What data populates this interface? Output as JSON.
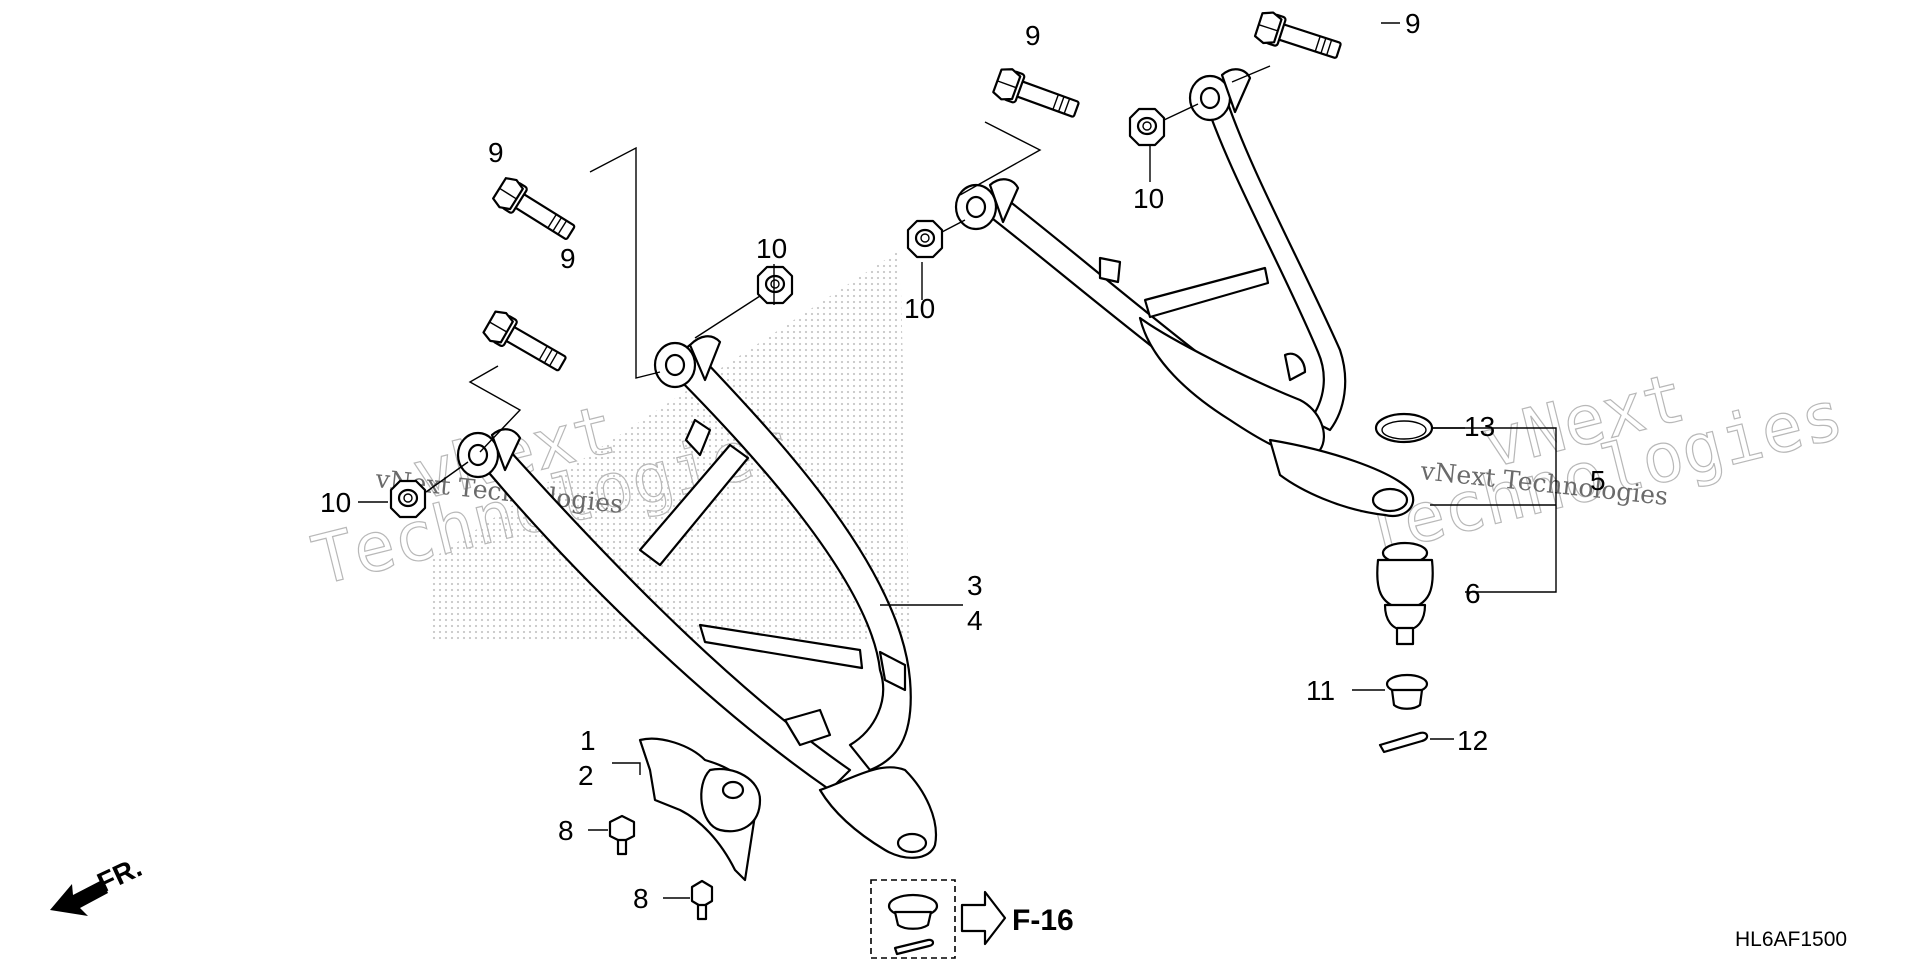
{
  "watermark": {
    "line1": "vNext",
    "line2": "Technologies",
    "caption": "vNext Technologies"
  },
  "callouts": {
    "c1": "1",
    "c2": "2",
    "c3": "3",
    "c4": "4",
    "c5": "5",
    "c6": "6",
    "c8a": "8",
    "c8b": "8",
    "c9a": "9",
    "c9b": "9",
    "c9c": "9",
    "c9d": "9",
    "c10a": "10",
    "c10b": "10",
    "c10c": "10",
    "c10d": "10",
    "c11": "11",
    "c12": "12",
    "c13": "13"
  },
  "reference": {
    "label": "F-16"
  },
  "front_marker": {
    "label": "FR."
  },
  "diagram_code": "HL6AF1500"
}
